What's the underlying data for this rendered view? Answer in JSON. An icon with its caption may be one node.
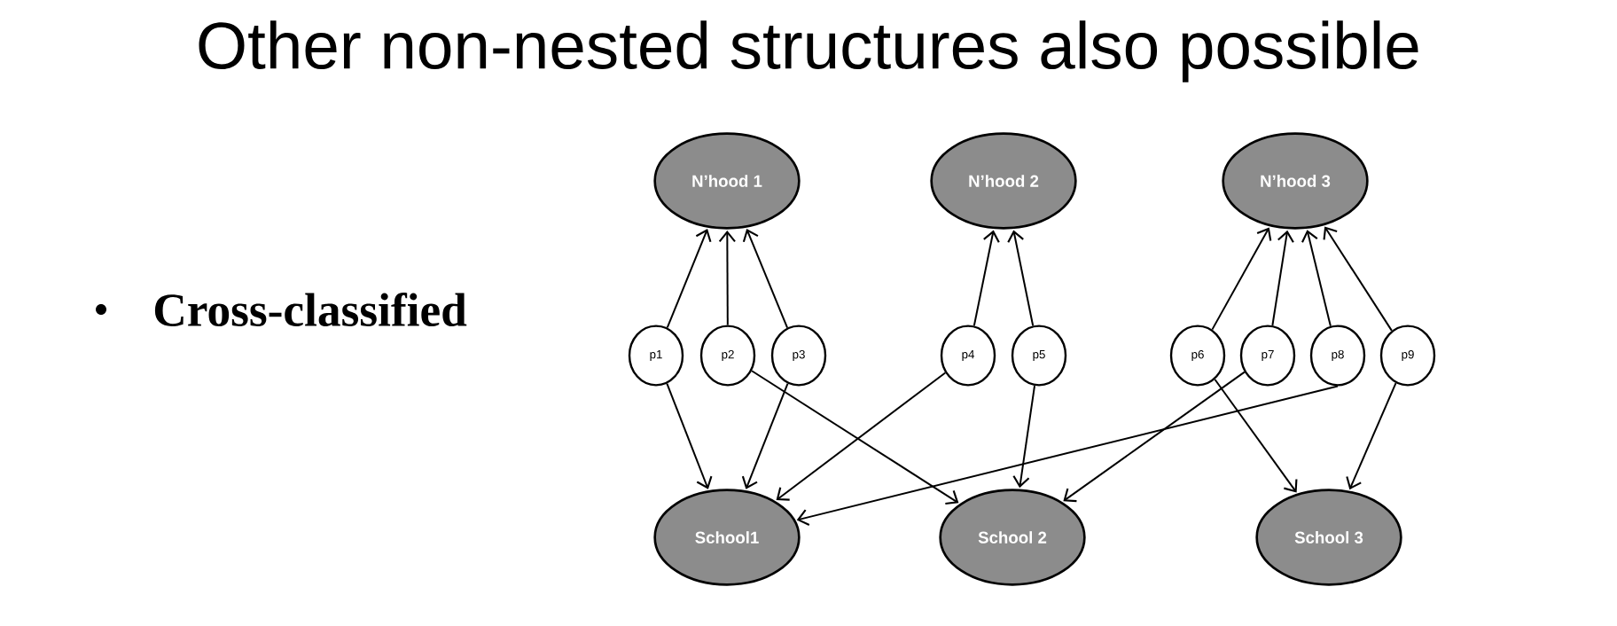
{
  "diagram": {
    "title": "Other non-nested structures also possible",
    "nodes": [
      {
        "text": [
          "N’hood 1"
        ]
      },
      {
        "text": [
          "N’hood 2"
        ]
      },
      {
        "text": [
          "N’hood 3"
        ]
      },
      {
        "text": [
          "p1"
        ]
      },
      {
        "text": [
          "p2"
        ]
      },
      {
        "text": [
          "p3"
        ]
      },
      {
        "text": [
          "p4"
        ]
      },
      {
        "text": [
          "p5"
        ]
      },
      {
        "text": [
          "p6"
        ]
      },
      {
        "text": [
          "p7"
        ]
      },
      {
        "text": [
          "p8"
        ]
      },
      {
        "text": [
          "p9"
        ]
      },
      {
        "text": [
          "School1"
        ]
      },
      {
        "text": [
          "School 2"
        ]
      },
      {
        "text": [
          "School 3"
        ]
      }
    ],
    "edges": [
      {
        "from": 3,
        "to": 0,
        "arrow": "to"
      },
      {
        "from": 4,
        "to": 0,
        "arrow": "to"
      },
      {
        "from": 5,
        "to": 0,
        "arrow": "to"
      },
      {
        "from": 6,
        "to": 1,
        "arrow": "to"
      },
      {
        "from": 7,
        "to": 1,
        "arrow": "to"
      },
      {
        "from": 8,
        "to": 2,
        "arrow": "to"
      },
      {
        "from": 9,
        "to": 2,
        "arrow": "to"
      },
      {
        "from": 10,
        "to": 2,
        "arrow": "to"
      },
      {
        "from": 11,
        "to": 2,
        "arrow": "to"
      },
      {
        "from": 3,
        "to": 12,
        "arrow": "to"
      },
      {
        "from": 4,
        "to": 13,
        "arrow": "to"
      },
      {
        "from": 5,
        "to": 12,
        "arrow": "to"
      },
      {
        "from": 6,
        "to": 12,
        "arrow": "to"
      },
      {
        "from": 7,
        "to": 13,
        "arrow": "to"
      },
      {
        "from": 8,
        "to": 14,
        "arrow": "to"
      },
      {
        "from": 9,
        "to": 13,
        "arrow": "to"
      },
      {
        "from": 10,
        "to": 12,
        "arrow": "to"
      },
      {
        "from": 11,
        "to": 14,
        "arrow": "to"
      }
    ],
    "labels": [
      "Cross-classified"
    ]
  }
}
